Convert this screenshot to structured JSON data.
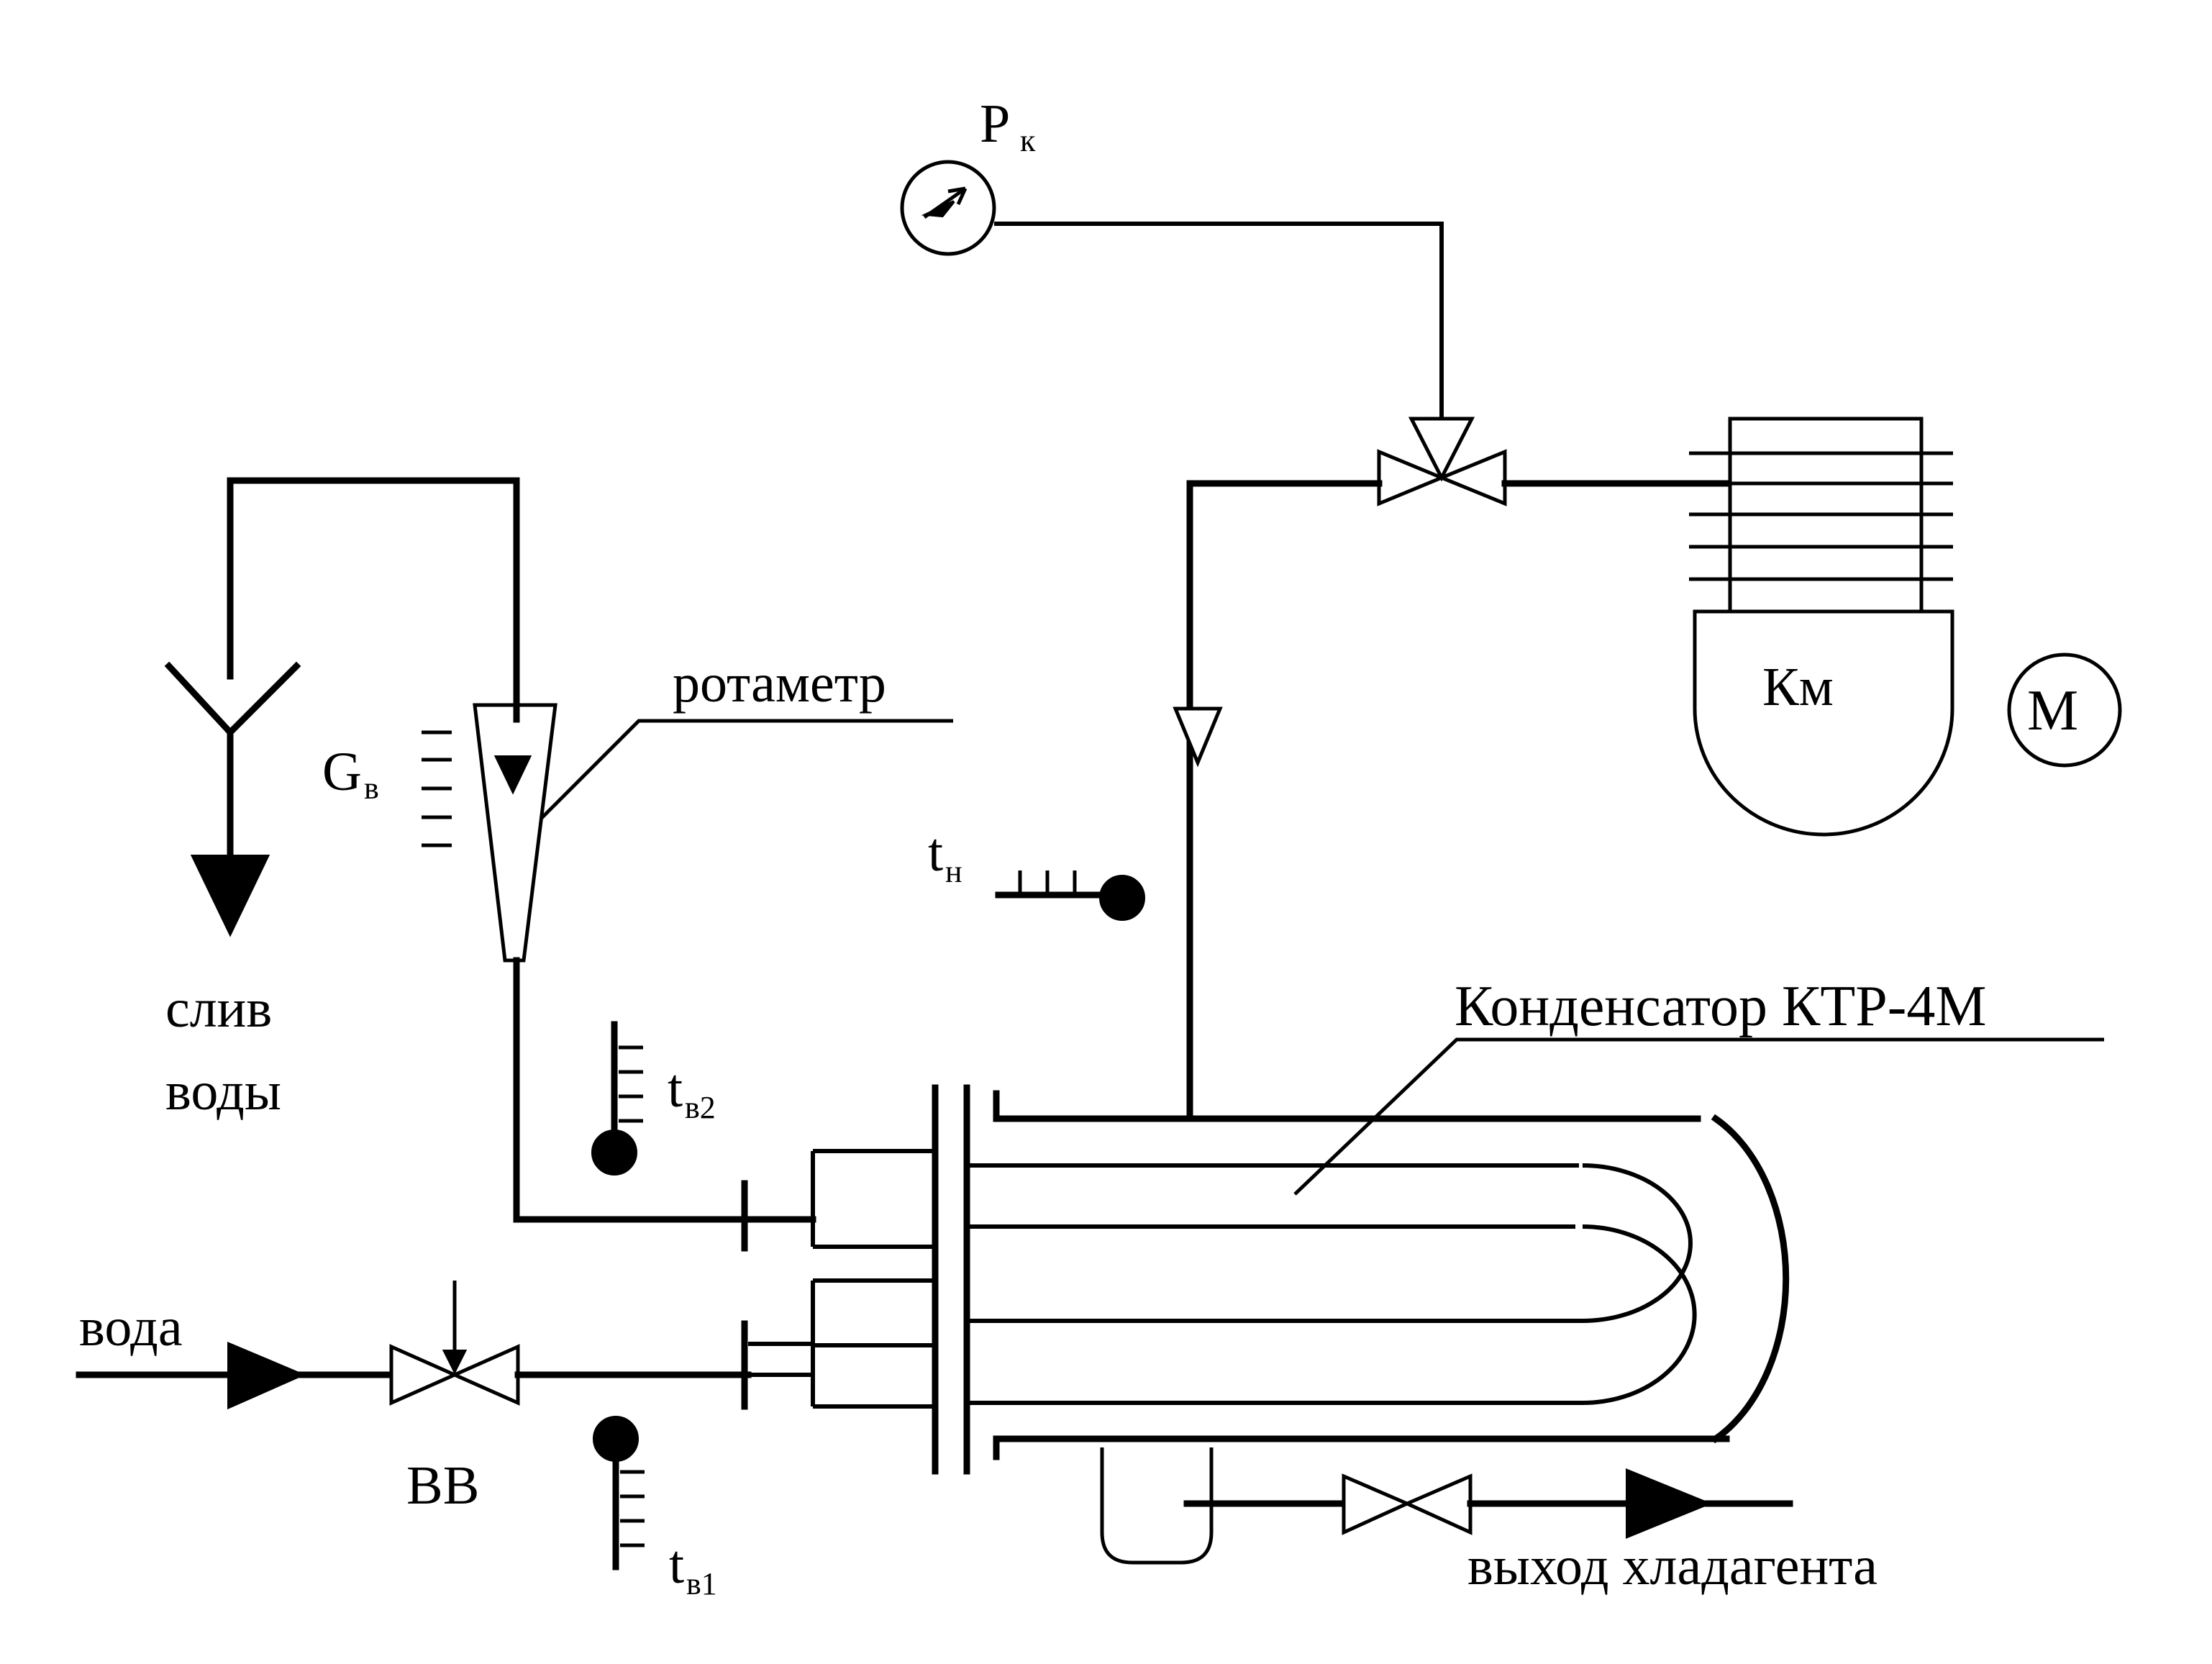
{
  "labels": {
    "pressure": "P",
    "pressure_sub": "к",
    "water_flow": "G",
    "water_flow_sub": "в",
    "rotameter": "ротаметр",
    "drain_line1": "слив",
    "drain_line2": "воды",
    "water_in": "вода",
    "water_valve": "ВВ",
    "t_in": "t",
    "t_in_sub": "в1",
    "t_out": "t",
    "t_out_sub": "в2",
    "t_h": "t",
    "t_h_sub": "н",
    "condenser": "Конденсатор КТР-4М",
    "compressor": "Км",
    "motor": "М",
    "refrigerant_out": "выход хладагента"
  }
}
